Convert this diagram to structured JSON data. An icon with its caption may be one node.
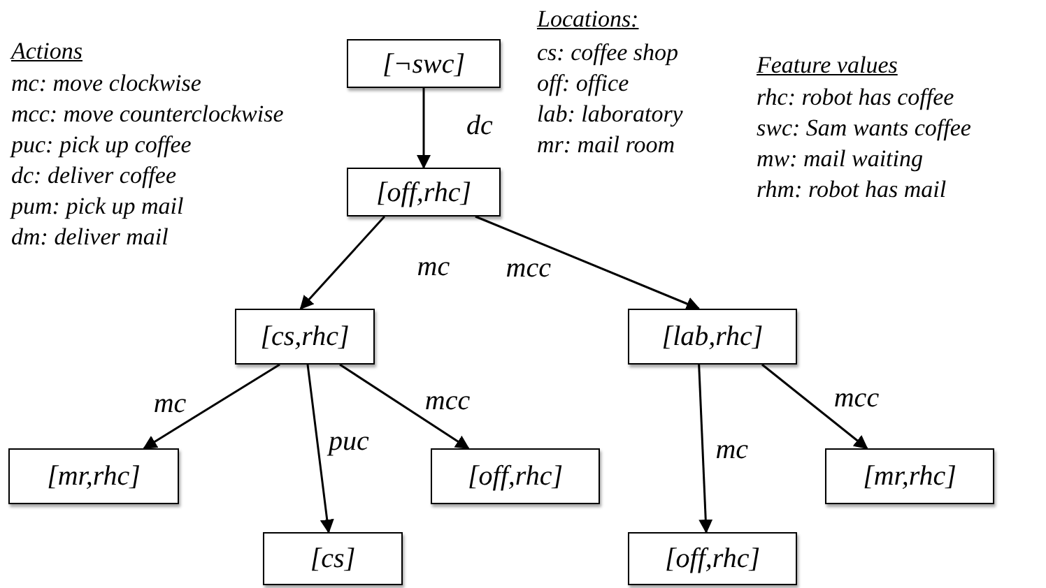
{
  "diagram": {
    "nodes": [
      {
        "text": [
          "[¬swc]"
        ]
      },
      {
        "text": [
          "[off,rhc]"
        ]
      },
      {
        "text": [
          "[cs,rhc]"
        ]
      },
      {
        "text": [
          "[lab,rhc]"
        ]
      },
      {
        "text": [
          "[mr,rhc]"
        ]
      },
      {
        "text": [
          "[off,rhc]"
        ]
      },
      {
        "text": [
          "[cs]"
        ]
      },
      {
        "text": [
          "[mr,rhc]"
        ]
      },
      {
        "text": [
          "[off,rhc]"
        ]
      }
    ],
    "edges": [
      {
        "from": 0,
        "to": 1,
        "arrow": "to",
        "label": "dc"
      },
      {
        "from": 1,
        "to": 2,
        "arrow": "to",
        "label": "mc"
      },
      {
        "from": 1,
        "to": 3,
        "arrow": "to",
        "label": "mcc"
      },
      {
        "from": 2,
        "to": 4,
        "arrow": "to",
        "label": "mc"
      },
      {
        "from": 2,
        "to": 6,
        "arrow": "to",
        "label": "puc"
      },
      {
        "from": 2,
        "to": 5,
        "arrow": "to",
        "label": "mcc"
      },
      {
        "from": 3,
        "to": 8,
        "arrow": "to",
        "label": "mc"
      },
      {
        "from": 3,
        "to": 7,
        "arrow": "to",
        "label": "mcc"
      }
    ],
    "labels": [
      "Actions",
      "mc: move clockwise",
      "mcc: move counterclockwise",
      "puc: pick up coffee",
      "dc: deliver coffee",
      "pum: pick up mail",
      "dm: deliver mail",
      "Locations:",
      "cs: coffee shop",
      "off: office",
      "lab: laboratory",
      "mr: mail room",
      "Feature values",
      "rhc: robot has coffee",
      "swc: Sam wants coffee",
      "mw: mail waiting",
      "rhm: robot has mail"
    ]
  }
}
